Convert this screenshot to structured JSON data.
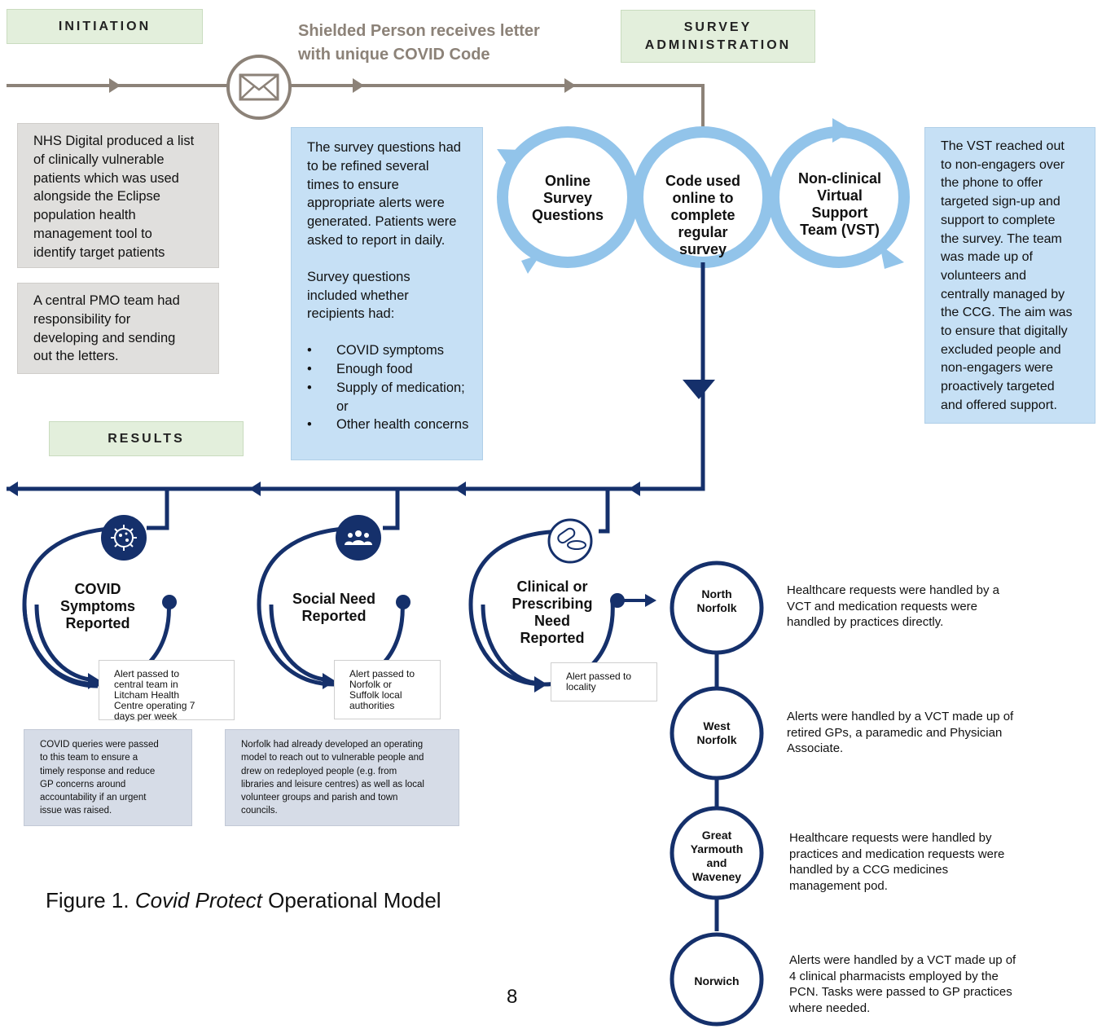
{
  "headers": {
    "initiation": "INITIATION",
    "survey_line1": "SURVEY",
    "survey_line2": "ADMINISTRATION",
    "results": "RESULTS"
  },
  "shielded_person": {
    "line1": "Shielded Person receives letter",
    "line2": "with unique COVID Code"
  },
  "initiation_notes": {
    "nhs_lines": [
      "NHS Digital produced a list",
      "of clinically vulnerable",
      "patients which was used",
      "alongside the Eclipse",
      "population health",
      "management tool to",
      "identify target patients"
    ],
    "pmo_lines": [
      "A central PMO team had",
      "responsibility for",
      "developing and sending",
      "out the letters."
    ]
  },
  "survey_note": {
    "para1_lines": [
      "The survey questions had",
      "to be refined several",
      "times to ensure",
      "appropriate alerts were",
      "generated. Patients were",
      "asked to report in daily."
    ],
    "para2_lines": [
      "Survey questions",
      "included whether",
      "recipients had:"
    ],
    "bullets": [
      "COVID symptoms",
      "Enough food",
      "Supply of medication; or",
      "Other health concerns"
    ]
  },
  "cycle": {
    "online_lines": [
      "Online",
      "Survey",
      "Questions"
    ],
    "code_lines": [
      "Code used",
      "online to",
      "complete",
      "regular",
      "survey"
    ],
    "vst_lines": [
      "Non-clinical",
      "Virtual",
      "Support",
      "Team (VST)"
    ]
  },
  "vst_note_lines": [
    "The VST reached out",
    "to non-engagers over",
    "the phone to offer",
    "targeted sign-up and",
    "support to complete",
    "the survey. The team",
    "was made up of",
    "volunteers and",
    "centrally managed by",
    "the CCG. The aim was",
    "to ensure that digitally",
    "excluded people and",
    "non-engagers were",
    "proactively targeted",
    "and offered support."
  ],
  "results": {
    "covid": {
      "label_lines": [
        "COVID",
        "Symptoms",
        "Reported"
      ],
      "alert_lines": [
        "Alert passed to",
        "central team in",
        "Litcham Health",
        "Centre operating 7",
        "days per week"
      ],
      "note_lines": [
        "COVID queries were passed",
        "to this team to ensure a",
        "timely response and reduce",
        "GP concerns around",
        "accountability if an urgent",
        "issue was raised."
      ],
      "icon": "virus-icon"
    },
    "social": {
      "label_lines": [
        "Social Need",
        "Reported"
      ],
      "alert_lines": [
        "Alert passed to",
        "Norfolk or",
        "Suffolk local",
        "authorities"
      ],
      "note_lines": [
        "Norfolk had already developed an operating",
        "model to reach out to vulnerable people and",
        "drew on redeployed people (e.g. from",
        "libraries and leisure centres) as well as local",
        "volunteer groups and parish and town",
        "councils."
      ],
      "icon": "people-icon"
    },
    "clinical": {
      "label_lines": [
        "Clinical or",
        "Prescribing",
        "Need",
        "Reported"
      ],
      "alert_lines": [
        "Alert passed to",
        "locality"
      ],
      "icon": "pills-icon"
    }
  },
  "localities": [
    {
      "name_lines": [
        "North",
        "Norfolk"
      ],
      "note_lines": [
        "Healthcare requests were handled by a",
        "VCT and medication requests were",
        "handled by practices directly."
      ]
    },
    {
      "name_lines": [
        "West",
        "Norfolk"
      ],
      "note_lines": [
        "Alerts were handled by a VCT made up of",
        "retired GPs, a paramedic and Physician",
        "Associate."
      ]
    },
    {
      "name_lines": [
        "Great",
        "Yarmouth",
        "and",
        "Waveney"
      ],
      "note_lines": [
        "Healthcare requests were handled by",
        "practices and medication requests were",
        "handled by a CCG medicines",
        "management pod."
      ]
    },
    {
      "name_lines": [
        "Norwich"
      ],
      "note_lines": [
        "Alerts were handled by a VCT made up of",
        "4 clinical pharmacists employed by the",
        "PCN. Tasks were passed to GP practices",
        "where needed."
      ]
    }
  ],
  "caption": {
    "prefix": "Figure 1. ",
    "italic": "Covid Protect",
    "suffix": " Operational Model"
  },
  "page_number": "8",
  "colors": {
    "navy": "#15306b",
    "light_blue": "#92c4ea",
    "grey_line": "#8c8278",
    "green_header": "#e3efdc"
  },
  "icons": [
    "envelope-icon",
    "virus-icon",
    "people-icon",
    "pills-icon"
  ]
}
